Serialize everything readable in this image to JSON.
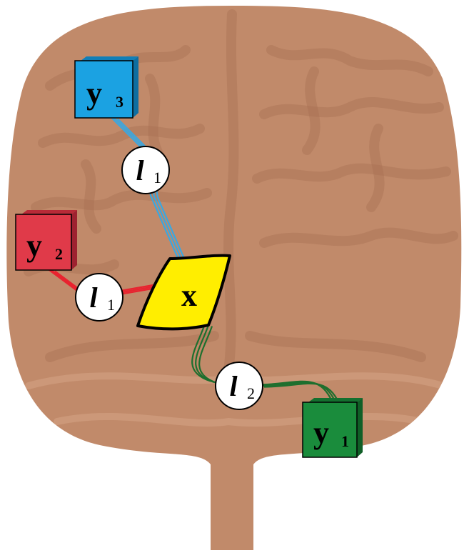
{
  "colors": {
    "brain": "#c18a6a",
    "brain_dark": "#a87155",
    "brain_light": "#d6a485",
    "x_fill": "#ffee00",
    "y1": "#1a8c3c",
    "y2": "#e03a49",
    "y3": "#1ba2e2",
    "wire_green": "#1e6f2e",
    "wire_red": "#e8232f",
    "wire_blue": "#3aa7e0"
  },
  "nodes": {
    "x": {
      "label": "x"
    },
    "y1": {
      "label": "y",
      "sub": "1"
    },
    "y2": {
      "label": "y",
      "sub": "2"
    },
    "y3": {
      "label": "y",
      "sub": "3"
    }
  },
  "links": [
    {
      "label": "l",
      "sub": "1",
      "from": "x",
      "to": "y3"
    },
    {
      "label": "l",
      "sub": "1",
      "from": "x",
      "to": "y2"
    },
    {
      "label": "l",
      "sub": "2",
      "from": "x",
      "to": "y1"
    }
  ]
}
